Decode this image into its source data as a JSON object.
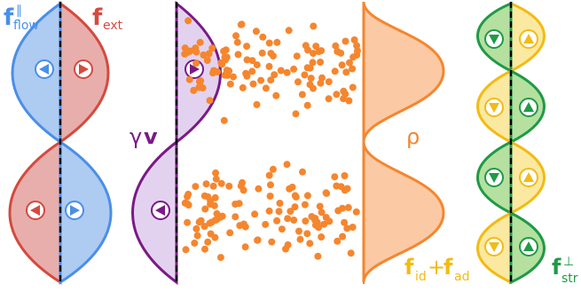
{
  "labels": {
    "flow_f": "f",
    "flow_sup": "∥",
    "flow_sub": "flow",
    "ext_f": "f",
    "ext_sub": "ext",
    "gamma": "γ",
    "gamma_v": "v",
    "rho": "ρ",
    "id_f": "f",
    "id_sub": "id",
    "plus": "+",
    "ad_f": "f",
    "ad_sub": "ad",
    "str_f": "f",
    "str_sup": "⊥",
    "str_sub": "str"
  },
  "colors": {
    "flow_blue": "#4a8fe8",
    "flow_blue_fill": "#aecbf2",
    "ext_red": "#d44a3f",
    "ext_red_fill": "#e8aeab",
    "purple": "#7a1a86",
    "purple_fill": "#e3d2ef",
    "orange": "#f5862e",
    "orange_fill": "#fbc9a3",
    "yellow": "#f3bb12",
    "yellow_fill": "#fbe9a2",
    "green": "#1f9a46",
    "green_fill": "#b5e0a0"
  }
}
